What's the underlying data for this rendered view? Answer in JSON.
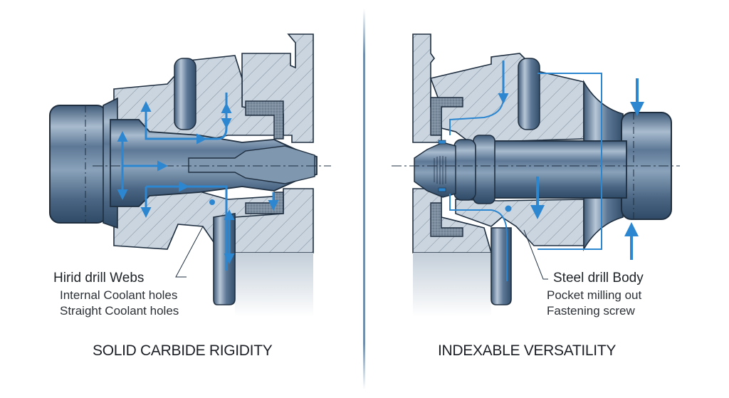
{
  "diagram": {
    "left_panel": {
      "title": "SOLID CARBIDE RIGIDITY",
      "callout": {
        "heading": "Hirid drill Webs",
        "lines": [
          "Internal Coolant holes",
          "Straight Coolant holes"
        ]
      }
    },
    "right_panel": {
      "title": "INDEXABLE VERSATILITY",
      "callout": {
        "heading": "Steel drill Body",
        "lines": [
          "Pocket milling out",
          "Fastening screw"
        ]
      }
    },
    "colors": {
      "steel": "#5d7896",
      "steel_dark": "#2f4a66",
      "housing": "#c9d3de",
      "coolant": "#2d86d0",
      "outline": "#1f2f40",
      "divider": "#6f8eab"
    }
  }
}
